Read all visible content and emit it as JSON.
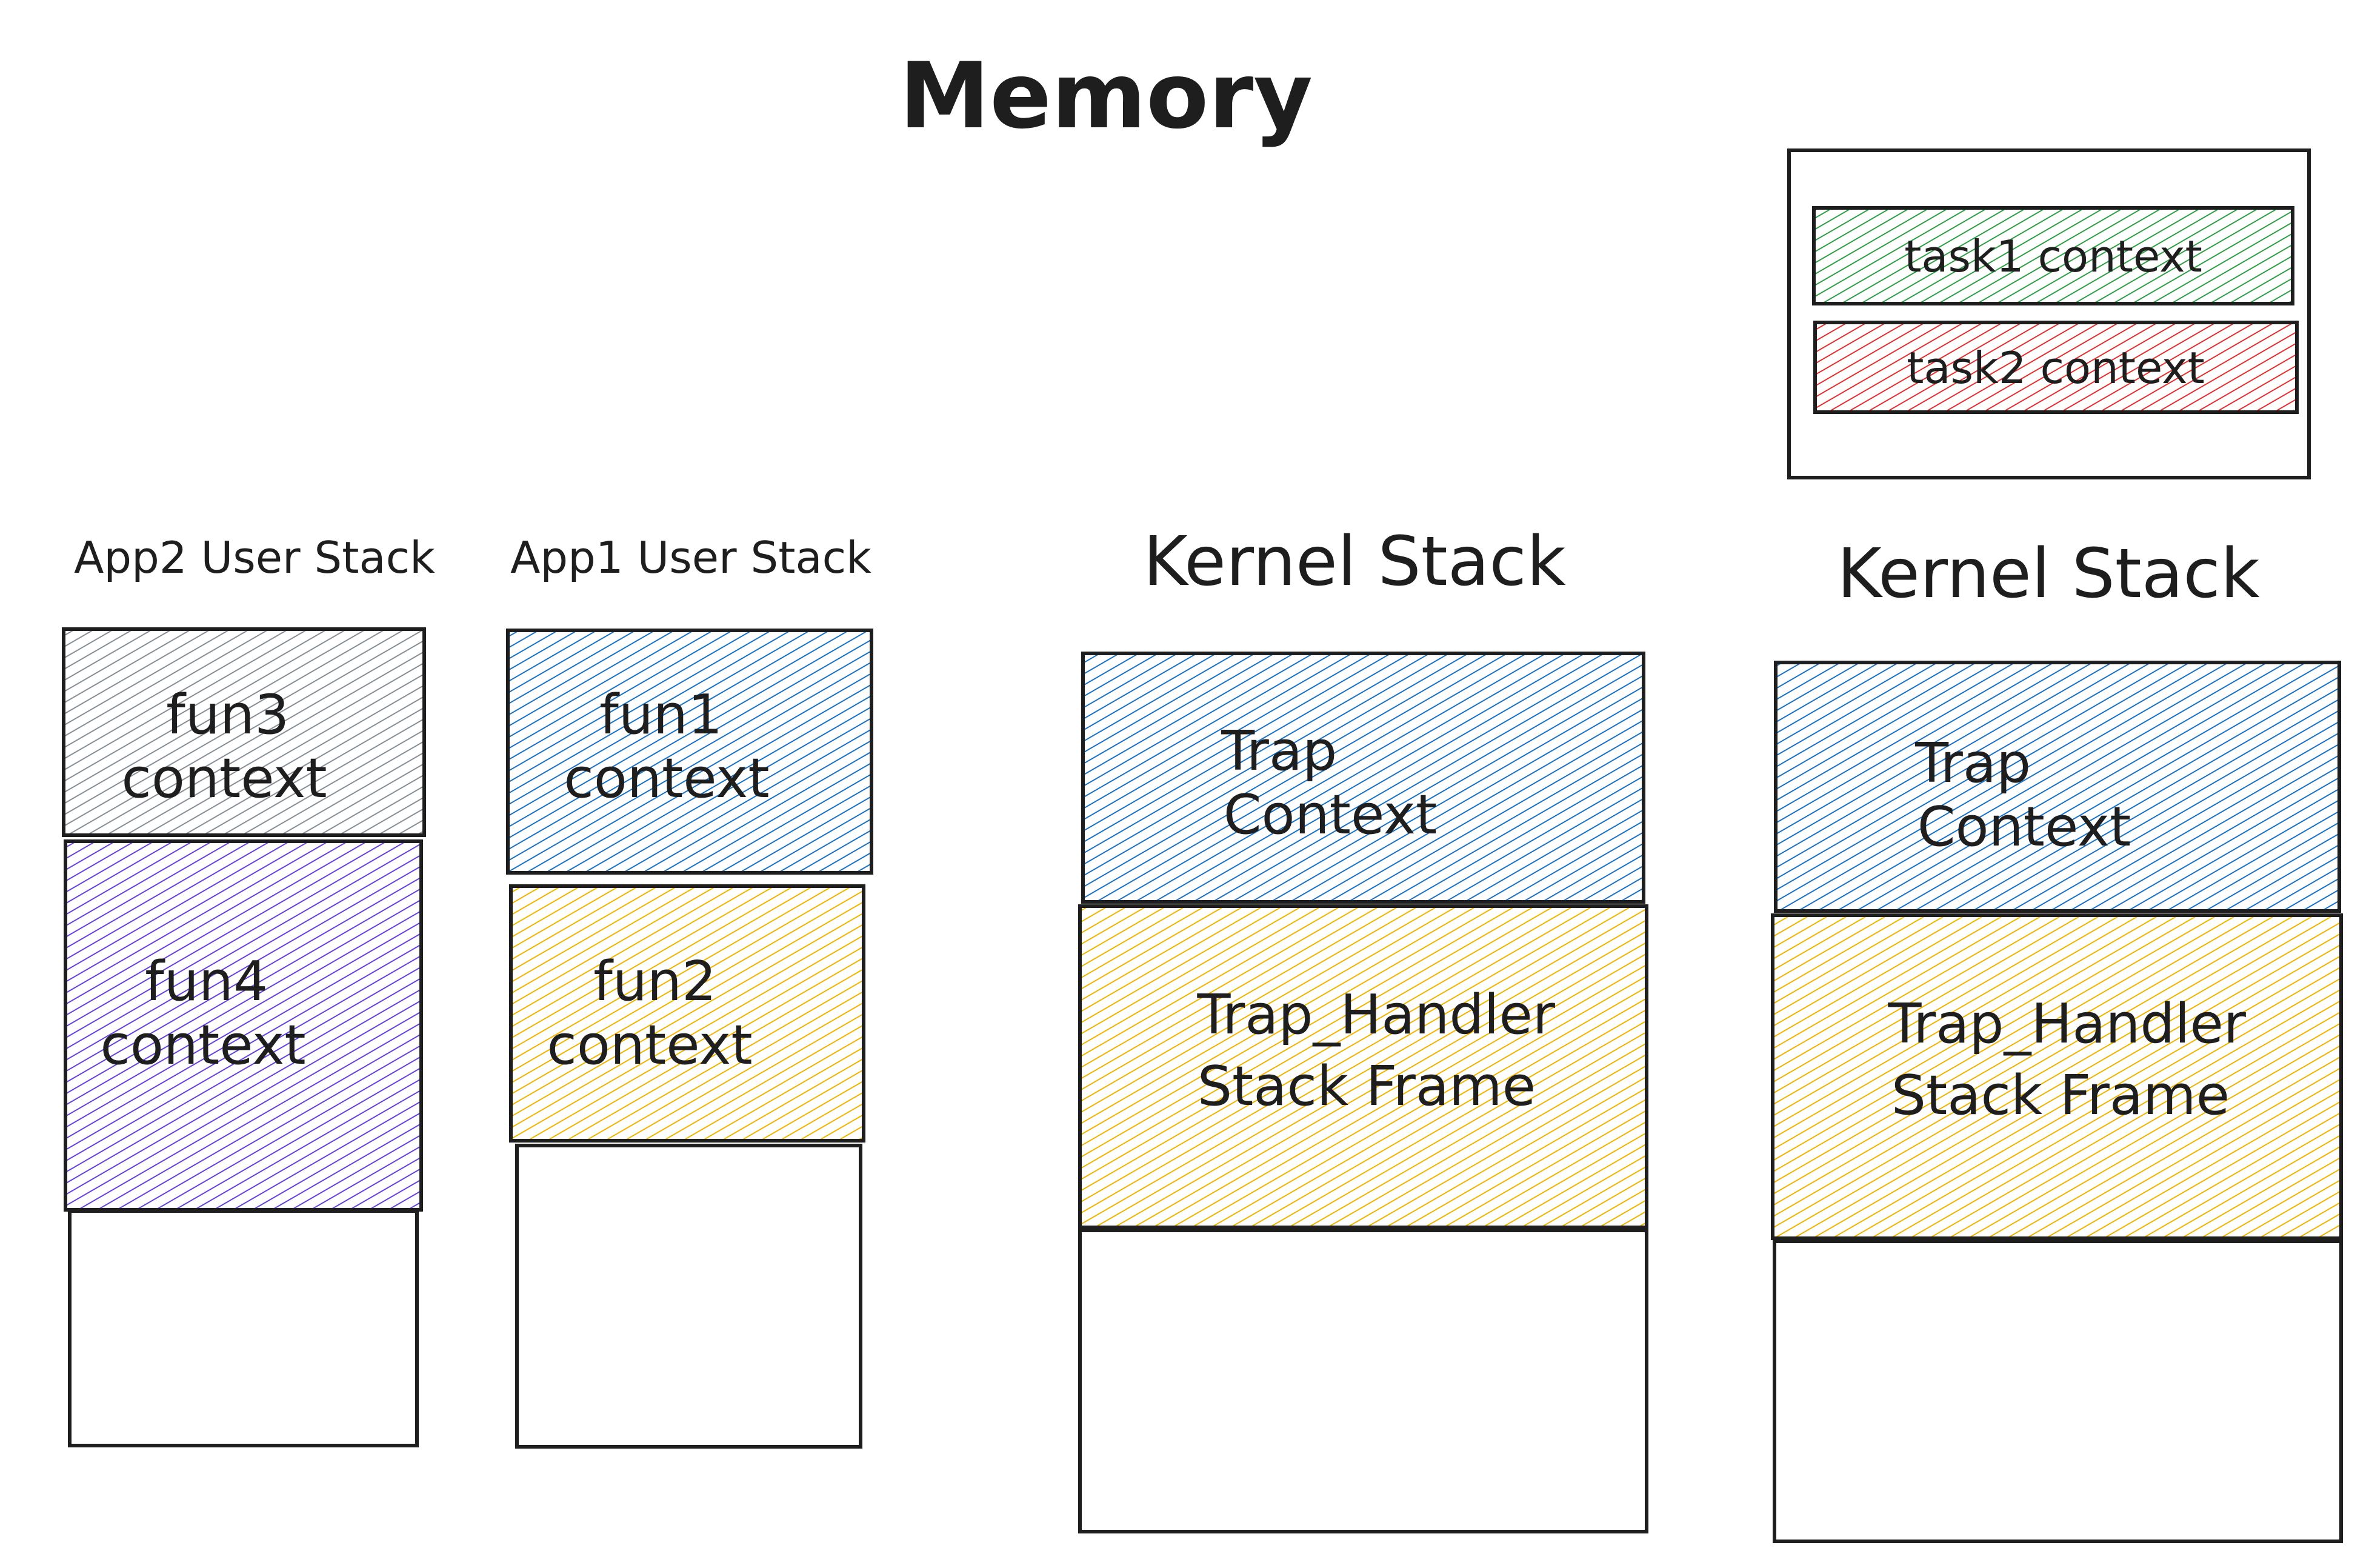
{
  "title": "Memory",
  "legend": {
    "items": [
      {
        "label": "task1 context",
        "color": "#2f9e44"
      },
      {
        "label": "task2 context",
        "color": "#e03131"
      }
    ]
  },
  "user_stacks": [
    {
      "label": "App2 User Stack",
      "blocks": [
        {
          "lines": [
            "fun3",
            "context"
          ],
          "color": "#868e96"
        },
        {
          "lines": [
            "fun4",
            "context"
          ],
          "color": "#6741d9"
        }
      ]
    },
    {
      "label": "App1 User Stack",
      "blocks": [
        {
          "lines": [
            "fun1",
            "context"
          ],
          "color": "#1971c2"
        },
        {
          "lines": [
            "fun2",
            "context"
          ],
          "color": "#f0b400"
        }
      ]
    }
  ],
  "kernel_stacks": [
    {
      "label": "Kernel Stack",
      "blocks": [
        {
          "lines": [
            "Trap",
            "Context"
          ],
          "color": "#1971c2"
        },
        {
          "lines": [
            "Trap_Handler",
            "Stack Frame"
          ],
          "color": "#f0b400"
        }
      ]
    },
    {
      "label": "Kernel Stack",
      "blocks": [
        {
          "lines": [
            "Trap",
            "Context"
          ],
          "color": "#1971c2"
        },
        {
          "lines": [
            "Trap_Handler",
            "Stack Frame"
          ],
          "color": "#f0b400"
        }
      ]
    }
  ]
}
